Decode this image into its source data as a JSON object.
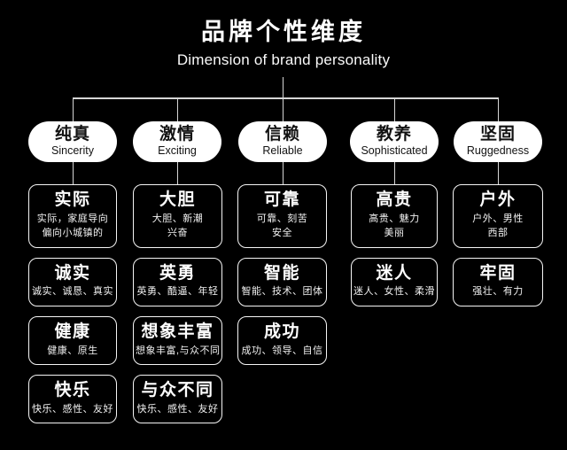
{
  "header": {
    "title": "品牌个性维度",
    "subtitle": "Dimension of brand personality"
  },
  "colors": {
    "background": "#000000",
    "connector_line": "#d6d6d6",
    "pill_background": "#ffffff",
    "pill_text": "#121212",
    "box_border": "#f5f5f5",
    "box_text": "#ffffff"
  },
  "columns": [
    {
      "pill": {
        "zh": "纯真",
        "en": "Sincerity"
      },
      "boxes": [
        {
          "title": "实际",
          "lines": [
            "实际，家庭导向",
            "偏向小城镇的"
          ]
        },
        {
          "title": "诚实",
          "lines": [
            "诚实、诚恳、真实"
          ]
        },
        {
          "title": "健康",
          "lines": [
            "健康、原生"
          ]
        },
        {
          "title": "快乐",
          "lines": [
            "快乐、感性、友好"
          ]
        }
      ]
    },
    {
      "pill": {
        "zh": "激情",
        "en": "Exciting"
      },
      "boxes": [
        {
          "title": "大胆",
          "lines": [
            "大胆、新潮",
            "兴奋"
          ]
        },
        {
          "title": "英勇",
          "lines": [
            "英勇、酷逼、年轻"
          ]
        },
        {
          "title": "想象丰富",
          "lines": [
            "想象丰富,与众不同"
          ]
        },
        {
          "title": "与众不同",
          "lines": [
            "快乐、感性、友好"
          ]
        }
      ]
    },
    {
      "pill": {
        "zh": "信赖",
        "en": "Reliable"
      },
      "boxes": [
        {
          "title": "可靠",
          "lines": [
            "可靠、刻苦",
            "安全"
          ]
        },
        {
          "title": "智能",
          "lines": [
            "智能、技术、团体"
          ]
        },
        {
          "title": "成功",
          "lines": [
            "成功、领导、自信"
          ]
        }
      ]
    },
    {
      "pill": {
        "zh": "教养",
        "en": "Sophisticated"
      },
      "boxes": [
        {
          "title": "高贵",
          "lines": [
            "高贵、魅力",
            "美丽"
          ]
        },
        {
          "title": "迷人",
          "lines": [
            "迷人、女性、柔滑"
          ]
        }
      ]
    },
    {
      "pill": {
        "zh": "坚固",
        "en": "Ruggedness"
      },
      "boxes": [
        {
          "title": "户外",
          "lines": [
            "户外、男性",
            "西部"
          ]
        },
        {
          "title": "牢固",
          "lines": [
            "强壮、有力"
          ]
        }
      ]
    }
  ]
}
